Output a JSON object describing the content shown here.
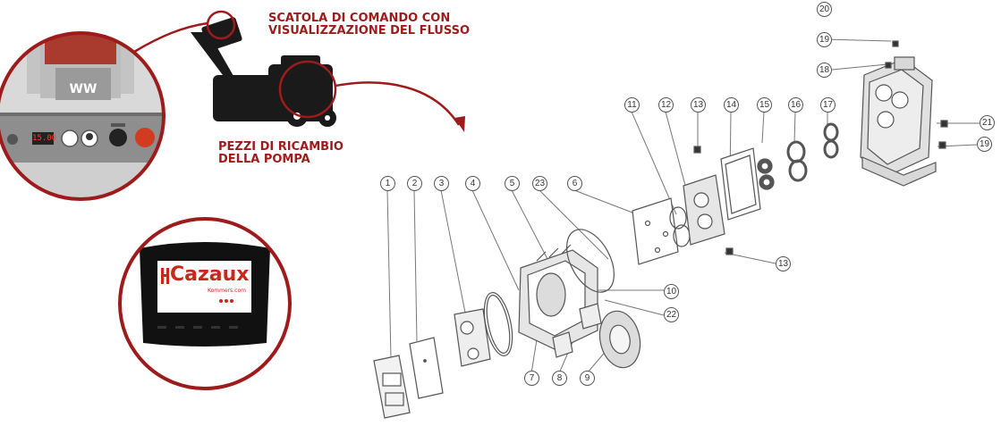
{
  "labels": {
    "control_box_line1": "SCATOLA DI COMANDO CON",
    "control_box_line2": "VISUALIZZAZIONE DEL FLUSSO",
    "pump_parts_line1": "PEZZI DI RICAMBIO",
    "pump_parts_line2": "DELLA POMPA"
  },
  "panel": {
    "display_value": "15.00"
  },
  "screen": {
    "brand": "Cazaux",
    "brand_sub": "Kommers.com"
  },
  "part_numbers": [
    "1",
    "2",
    "3",
    "4",
    "5",
    "6",
    "7",
    "8",
    "9",
    "10",
    "11",
    "12",
    "13",
    "13",
    "14",
    "15",
    "16",
    "17",
    "18",
    "19",
    "19",
    "20",
    "21",
    "22",
    "23"
  ],
  "colors": {
    "accent": "#9e1b1b",
    "line": "#555555"
  }
}
